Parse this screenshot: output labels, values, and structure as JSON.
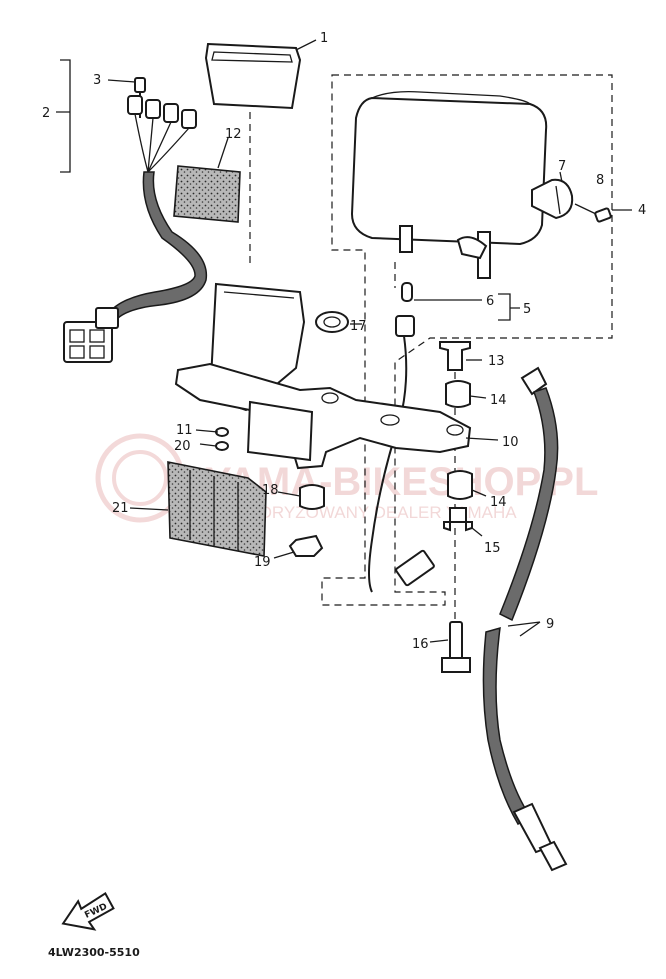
{
  "diagram": {
    "callouts": [
      {
        "id": "1",
        "label": "1"
      },
      {
        "id": "2",
        "label": "2"
      },
      {
        "id": "3",
        "label": "3"
      },
      {
        "id": "4",
        "label": "4"
      },
      {
        "id": "5",
        "label": "5"
      },
      {
        "id": "6",
        "label": "6"
      },
      {
        "id": "7",
        "label": "7"
      },
      {
        "id": "8",
        "label": "8"
      },
      {
        "id": "9",
        "label": "9"
      },
      {
        "id": "10",
        "label": "10"
      },
      {
        "id": "11",
        "label": "11"
      },
      {
        "id": "12",
        "label": "12"
      },
      {
        "id": "13",
        "label": "13"
      },
      {
        "id": "14a",
        "label": "14"
      },
      {
        "id": "14b",
        "label": "14"
      },
      {
        "id": "15",
        "label": "15"
      },
      {
        "id": "16",
        "label": "16"
      },
      {
        "id": "17",
        "label": "17"
      },
      {
        "id": "18",
        "label": "18"
      },
      {
        "id": "19",
        "label": "19"
      },
      {
        "id": "20",
        "label": "20"
      },
      {
        "id": "21",
        "label": "21"
      }
    ],
    "fwd_label": "FWD",
    "drawing_code": "4LW2300-5510"
  },
  "watermark": {
    "brand": "YAMA-BIKESHOP.PL",
    "subtitle": "AUTORYZOWANY DEALER YAMAHA"
  },
  "colors": {
    "ink": "#1a1a1a",
    "watermark": "#e9b9b9",
    "background": "#ffffff"
  }
}
